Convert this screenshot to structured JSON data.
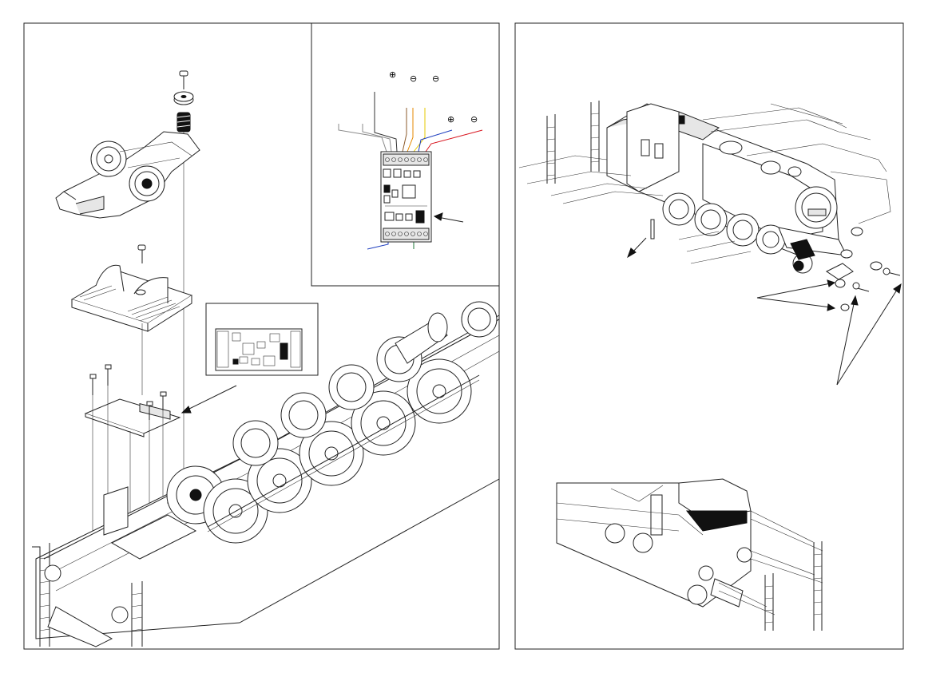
{
  "diagram": {
    "panels": [
      "left-assembly",
      "decoder-wiring",
      "right-assembly"
    ],
    "wiring_symbols": [
      "⊕",
      "⊖",
      "⊖",
      "⊕",
      "⊖"
    ],
    "wire_colors": {
      "gray": "#8a8a8a",
      "brown": "#8b5a2b",
      "orange": "#e58a00",
      "yellow": "#e6c800",
      "blue": "#1f3fbf",
      "red": "#d8141e",
      "green": "#1f7a3a"
    },
    "icons": [
      "screw-icon",
      "spring-icon",
      "washer-icon",
      "decoder-board-icon",
      "ladder-icon",
      "arrow-icon"
    ]
  }
}
